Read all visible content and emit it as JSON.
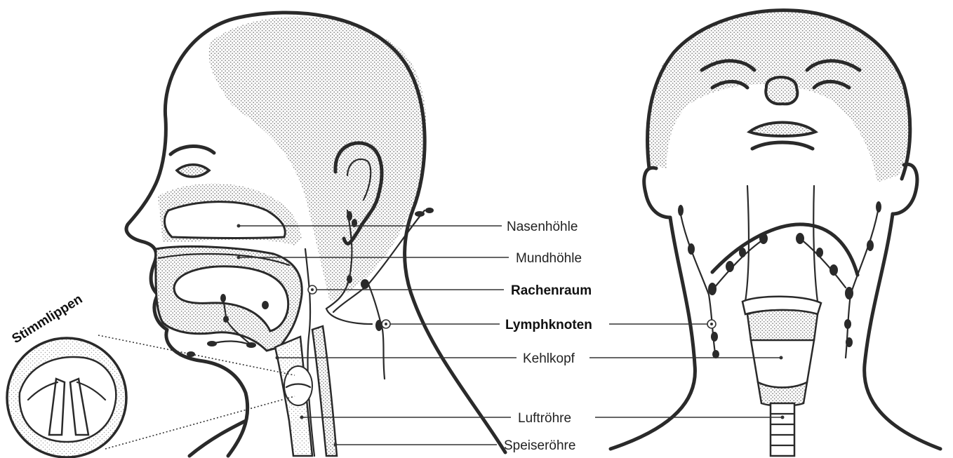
{
  "labels": {
    "nasenhoehle": "Nasenhöhle",
    "mundhoehle": "Mundhöhle",
    "rachenraum": "Rachenraum",
    "lymphknoten": "Lymphknoten",
    "kehlkopf": "Kehlkopf",
    "luftroehre": "Luftröhre",
    "speiseroehre": "Speiseröhre",
    "stimmlippen": "Stimmlippen"
  },
  "colors": {
    "ink": "#2a2a2a",
    "stipple": "#9a9a9a",
    "background": "#ffffff"
  }
}
